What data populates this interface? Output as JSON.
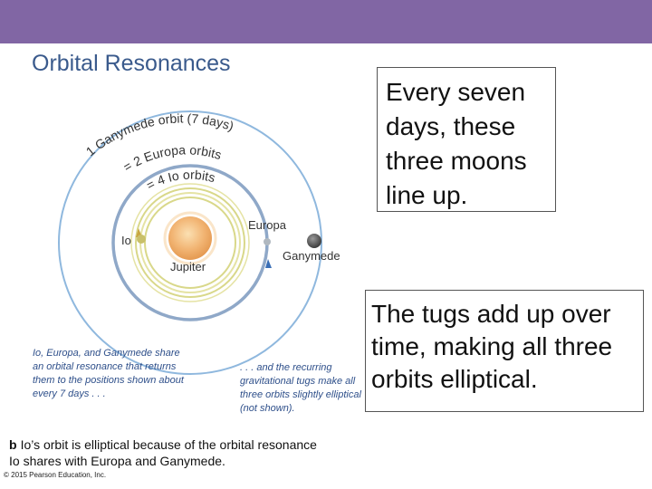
{
  "colors": {
    "topbar": "#8166a4",
    "title": "#3a5a8c",
    "caption_blue": "#2e4f8a"
  },
  "slide": {
    "title": "Orbital Resonances",
    "box1": "Every seven days, these three moons line up.",
    "box2": "The tugs add up over time, making all three orbits elliptical.",
    "copyright": "© 2015 Pearson Education, Inc."
  },
  "figure": {
    "ganymede_orbit_label": "1 Ganymede orbit (7 days)",
    "europa_orbit_label": "= 2 Europa orbits",
    "io_orbit_label": "= 4 Io orbits",
    "io_label": "Io",
    "europa_label": "Europa",
    "jupiter_label": "Jupiter",
    "ganymede_label": "Ganymede",
    "caption_left": "Io, Europa, and Ganymede share an orbital resonance that returns them to the positions shown about every 7 days . . .",
    "caption_right": ". . . and the recurring gravitational tugs make all three orbits slightly elliptical (not shown).",
    "panel_letter": "b",
    "bottom_caption_line1": "Io’s orbit is elliptical because of the orbital resonance",
    "bottom_caption_line2": "Io shares with Europa and Ganymede."
  }
}
